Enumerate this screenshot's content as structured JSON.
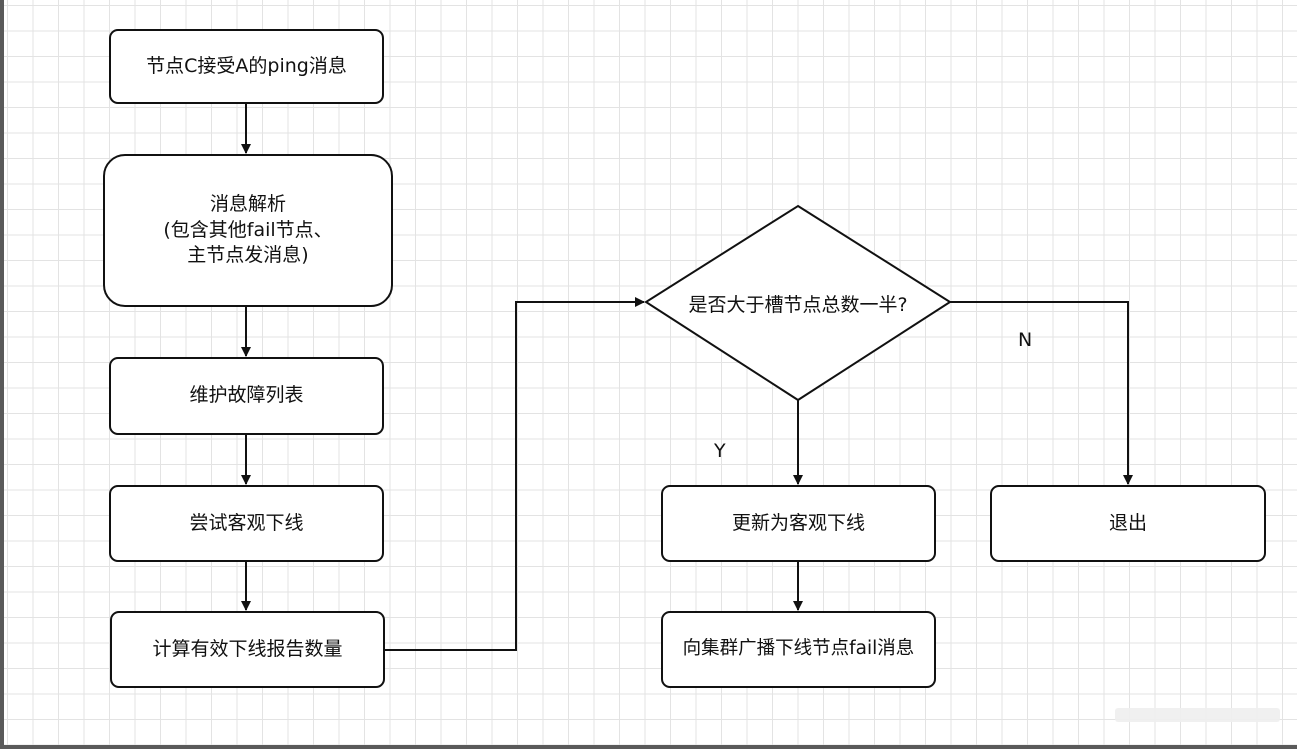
{
  "diagram": {
    "nodes": {
      "receive_ping": "节点C接受A的ping消息",
      "parse_message": "消息解析\n(包含其他fail节点、\n主节点发消息)",
      "maintain_fault_list": "维护故障列表",
      "try_objective_offline": "尝试客观下线",
      "count_reports": "计算有效下线报告数量",
      "decision": "是否大于槽节点总数一半?",
      "update_objective_offline": "更新为客观下线",
      "broadcast_fail": "向集群广播下线节点fail消息",
      "exit": "退出"
    },
    "edge_labels": {
      "yes": "Y",
      "no": "N"
    }
  }
}
